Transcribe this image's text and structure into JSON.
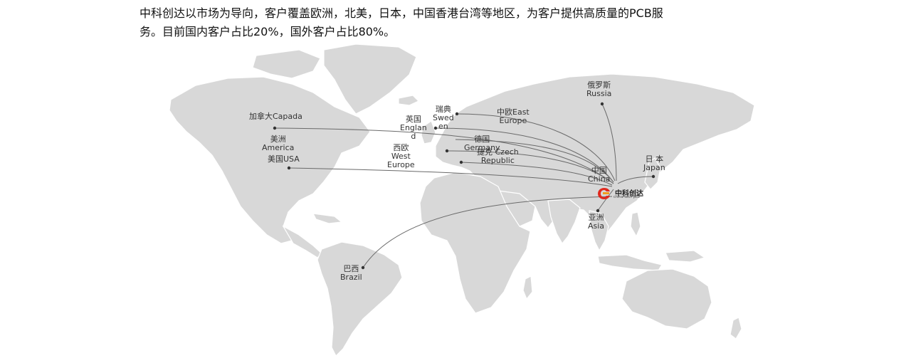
{
  "intro": {
    "line1": "中科创达以市场为导向，客户覆盖欧洲，北美，日本，中国香港台湾等地区，为客户提供高质量的PCB服",
    "line2": "务。目前国内客户占比20%，国外客户占比80%。"
  },
  "hub": {
    "logo_cn": "中科创达",
    "logo_en": "china-tech pcb"
  },
  "locations": {
    "canada": {
      "cn": "加拿大Capada",
      "en": ""
    },
    "america": {
      "cn": "美洲",
      "en": "America"
    },
    "usa": {
      "cn": "美国USA",
      "en": ""
    },
    "england": {
      "cn": "英国",
      "en1": "Englan",
      "en2": "d"
    },
    "sweden": {
      "cn": "瑞典",
      "en1": "Swed",
      "en2": "en"
    },
    "east_europe": {
      "cn": "中欧East",
      "en": "Europe"
    },
    "west_europe": {
      "cn": "西欧",
      "en1": "West",
      "en2": "Europe"
    },
    "germany": {
      "cn": "德国",
      "en": "Germany"
    },
    "czech": {
      "cn": "捷克 Czech",
      "en": "Republic"
    },
    "russia": {
      "cn": "俄罗斯",
      "en": "Russia"
    },
    "japan": {
      "cn": "日 本",
      "en": "Japan"
    },
    "china": {
      "cn": "中国",
      "en": "China"
    },
    "asia": {
      "cn": "亚洲",
      "en": "Asia"
    },
    "brazil": {
      "cn": "巴西",
      "en": "Brazil"
    }
  },
  "colors": {
    "land": "#d8d8d8",
    "route": "#6a6a6a",
    "logo_red": "#e02a1f",
    "logo_orange": "#f29a1e"
  }
}
